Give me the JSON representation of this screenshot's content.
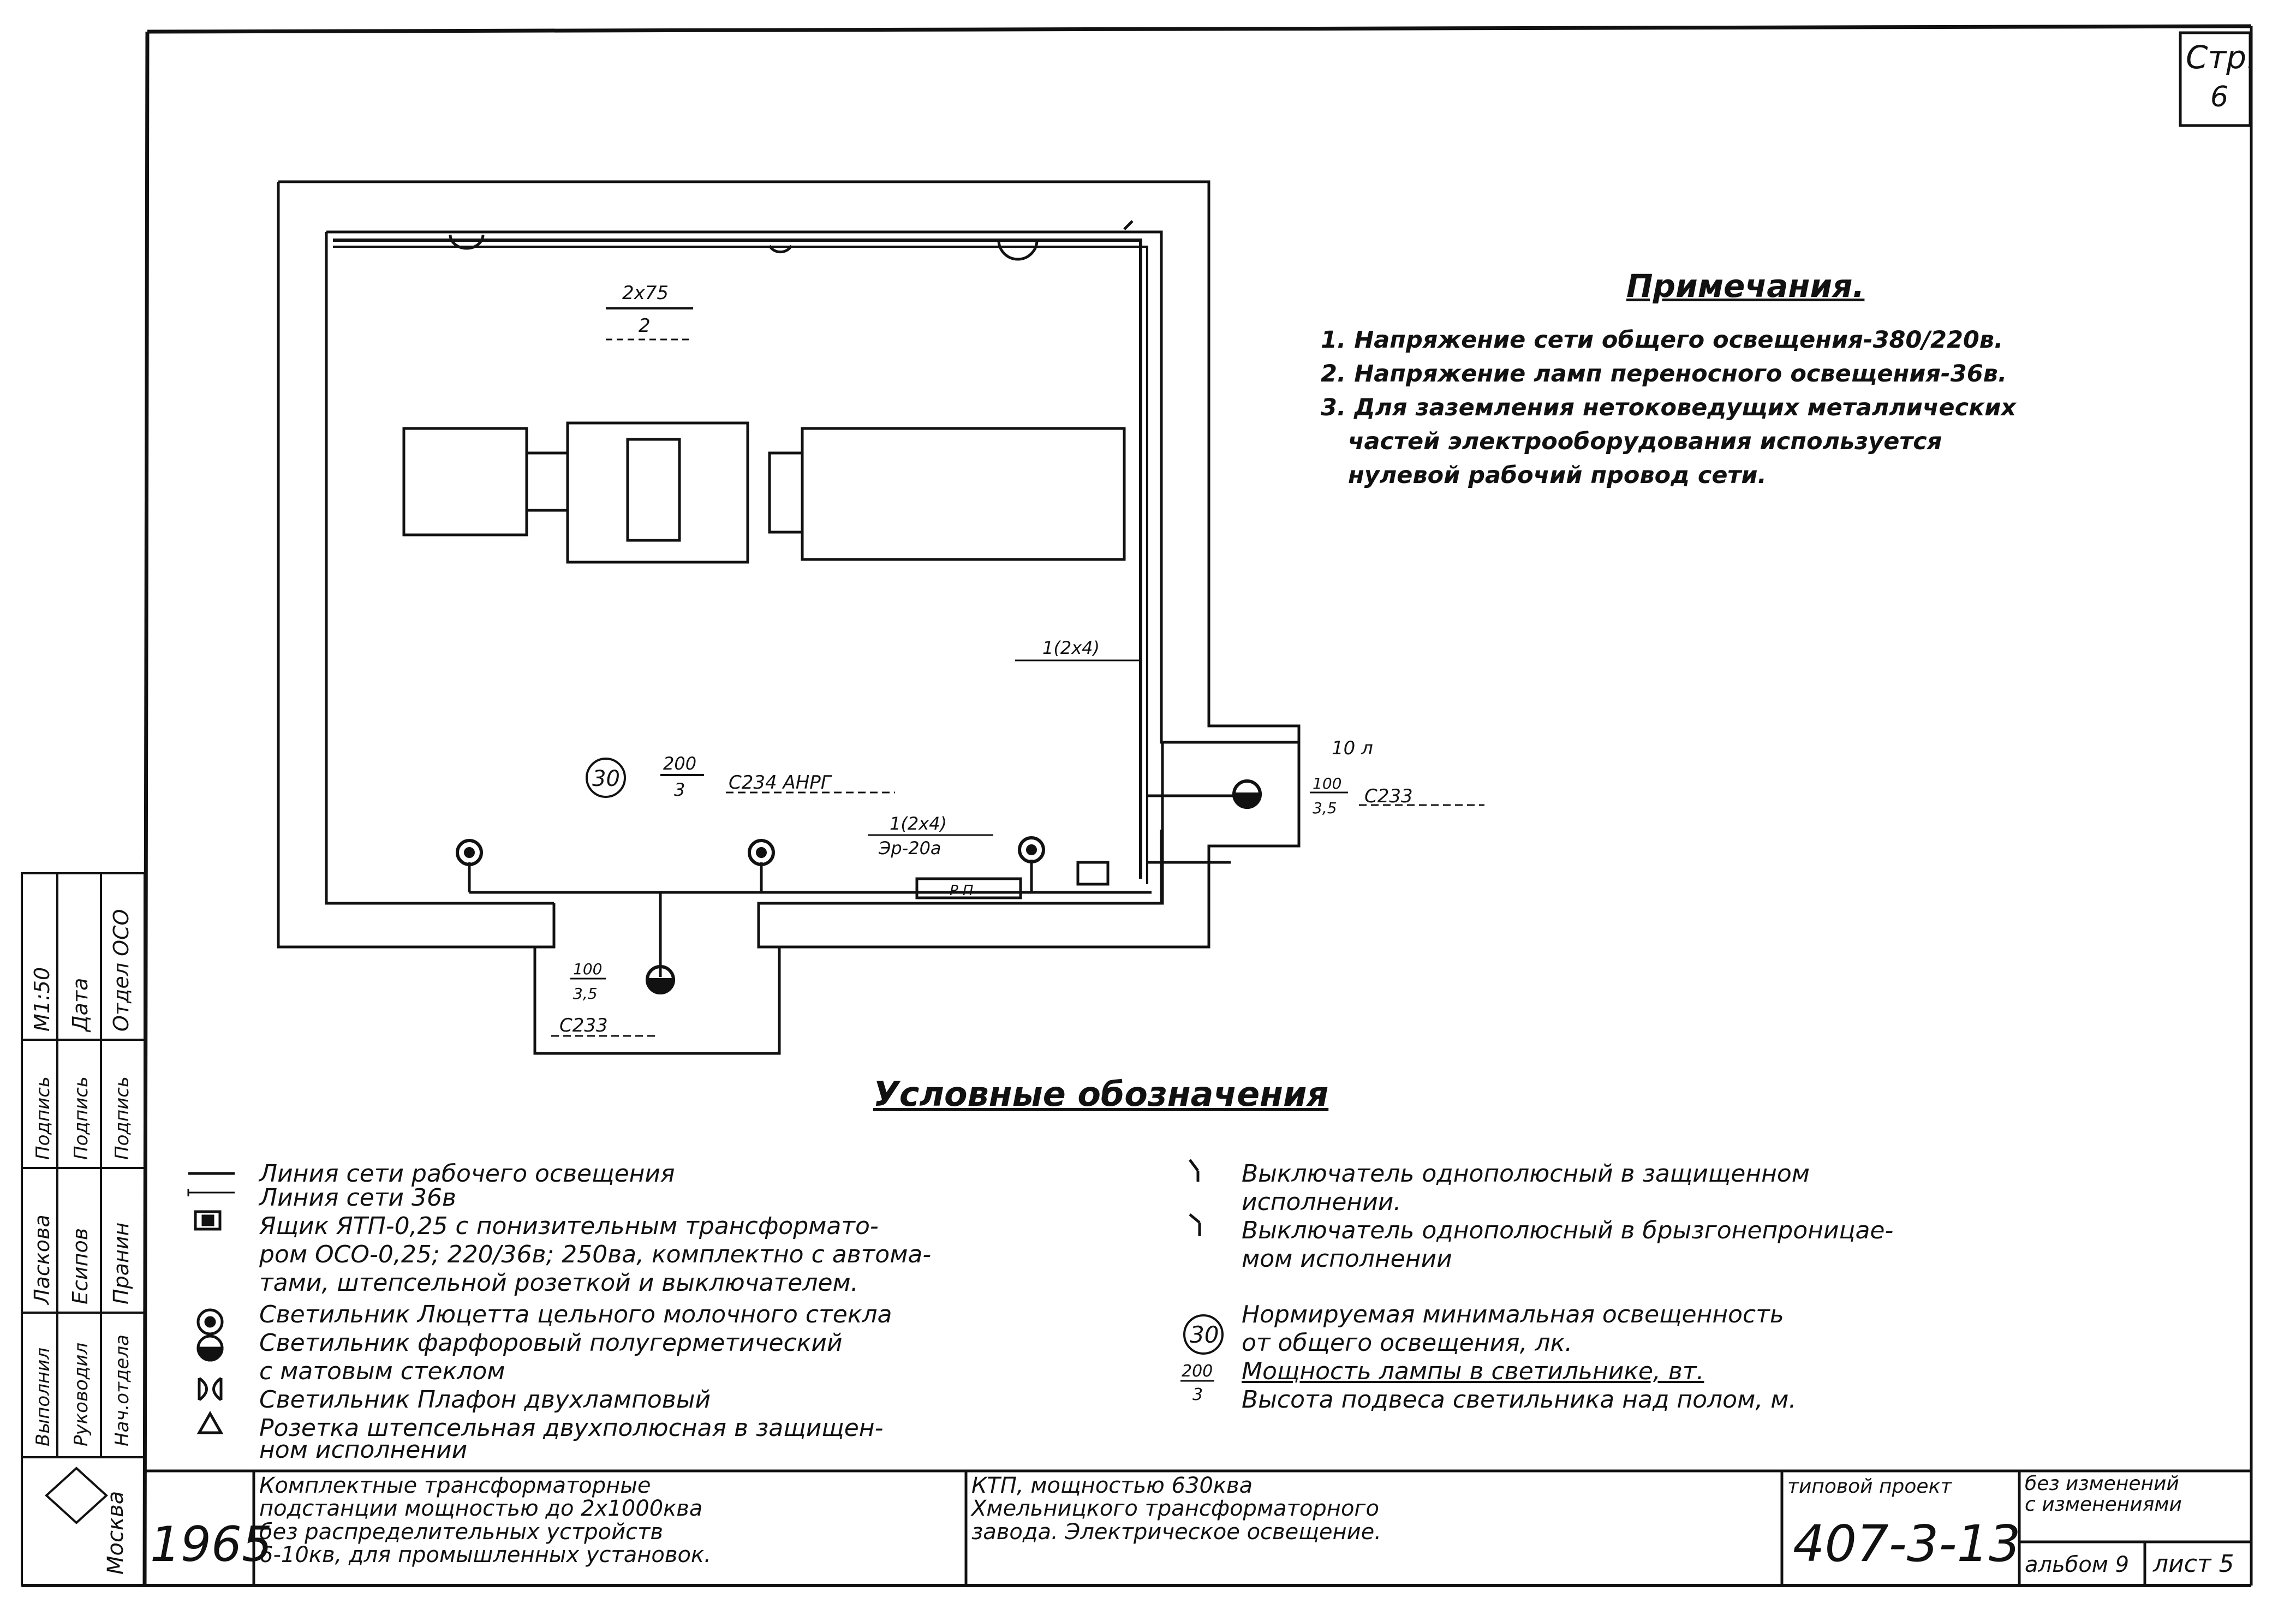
{
  "page_number": {
    "label": "Стр.",
    "value": "6"
  },
  "plan": {
    "room_labels": {
      "power_top": "2х75",
      "count_top": "2",
      "cable_right": "1(2х4)",
      "illum_value": "30",
      "illum_fraction_top": "200",
      "illum_fraction_bottom": "3",
      "illum_type": "С234 АНРГ",
      "panel_label_1": "1(2х4)",
      "panel_label_2": "Эр-20а",
      "panel_box": "Р П",
      "right_note": "10 л",
      "right_fraction_top": "100",
      "right_fraction_bottom": "3,5",
      "right_type": "С233",
      "bottom_fraction_top": "100",
      "bottom_fraction_bottom": "3,5",
      "bottom_type": "С233"
    }
  },
  "notes": {
    "title": "Примечания.",
    "items": [
      "1. Напряжение сети общего освещения-380/220в.",
      "2. Напряжение ламп переносного освещения-36в.",
      "3. Для заземления нетоковедущих металлических",
      "частей электрооборудования используется",
      "нулевой рабочий провод сети."
    ]
  },
  "legend": {
    "title": "Условные обозначения",
    "left": [
      "Линия сети рабочего освещения",
      "Линия сети 36в",
      "Ящик ЯТП-0,25 с понизительным трансформато-",
      "ром ОСО-0,25; 220/36в; 250ва, комплектно с автома-",
      "тами, штепсельной розеткой и выключателем.",
      "Светильник Люцетта цельного молочного стекла",
      "Светильник фарфоровый полугерметический",
      "с матовым стеклом",
      "Светильник Плафон двухламповый",
      "Розетка штепсельная двухполюсная в защищен-",
      "ном исполнении"
    ],
    "right": [
      "Выключатель однополюсный в защищенном",
      "исполнении.",
      "Выключатель однополюсный в брызгонепроницае-",
      "мом исполнении",
      "Нормируемая минимальная освещенность",
      "от общего освещения, лк.",
      "Мощность лампы в светильнике, вт.",
      "Высота подвеса светильника над полом, м."
    ],
    "right_symbols": {
      "illum": "30",
      "frac_top": "200",
      "frac_bottom": "3"
    }
  },
  "side_stamp": {
    "rows": [
      [
        "Нач.отдела",
        "Пранин",
        "Подпись",
        "Отдел ОСО"
      ],
      [
        "Руководил",
        "Есипов",
        "Подпись",
        "Дата"
      ],
      [
        "Выполнил",
        "Ласкова",
        "Подпись",
        "М1:50"
      ]
    ]
  },
  "title_block": {
    "org": "Москва",
    "year": "1965",
    "description": [
      "Комплектные трансформаторные",
      "подстанции мощностью до 2х1000ква",
      "без распределительных устройств",
      "6-10кв, для промышленных установок."
    ],
    "subject": [
      "КТП, мощностью 630ква",
      "Хмельницкого трансформаторного",
      "завода. Электрическое освещение."
    ],
    "project_label": "типовой проект",
    "project_number": "407-3-13",
    "changes_1": "без изменений",
    "changes_2": "с изменениями",
    "album": "альбом 9",
    "sheet": "лист 5"
  }
}
